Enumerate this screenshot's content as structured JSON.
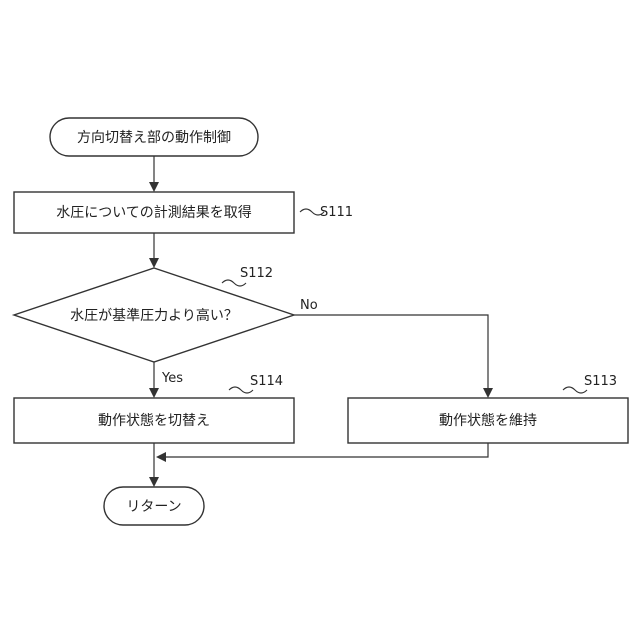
{
  "nodes": {
    "start": {
      "text": "方向切替え部の動作制御"
    },
    "s111": {
      "text": "水圧についての計測結果を取得",
      "step": "S111"
    },
    "s112": {
      "text": "水圧が基準圧力より高い？",
      "step": "S112"
    },
    "s114": {
      "text": "動作状態を切替え",
      "step": "S114"
    },
    "s113": {
      "text": "動作状態を維持",
      "step": "S113"
    },
    "end": {
      "text": "リターン"
    }
  },
  "branches": {
    "yes": "Yes",
    "no": "No"
  }
}
